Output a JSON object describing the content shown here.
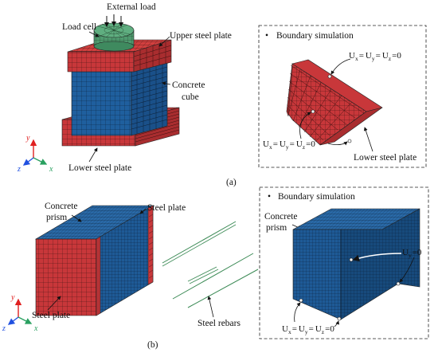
{
  "panel_a": {
    "caption": "(a)",
    "labels": {
      "external_load": "External load",
      "load_cell": "Load cell",
      "upper_steel_plate": "Upper steel plate",
      "concrete": "Concrete",
      "cube": "cube",
      "lower_steel_plate": "Lower steel plate"
    },
    "boundary_box": {
      "title": "Boundary simulation",
      "bullet": "•",
      "eq_top": {
        "u": "U",
        "eq": "=",
        "zero": "=0",
        "subs": [
          "x",
          "y",
          "z"
        ]
      },
      "eq_left": {
        "u": "U",
        "eq": "=",
        "zero": "=0",
        "subs": [
          "x",
          "y",
          "z"
        ]
      },
      "lower_steel_plate": "Lower steel plate"
    },
    "axes": {
      "y": "y",
      "z": "z",
      "x": "x"
    }
  },
  "panel_b": {
    "caption": "(b)",
    "labels": {
      "concrete": "Concrete",
      "prism": "prism",
      "steel_plate_top": "Steel plate",
      "steel_plate_bottom": "Steel plate",
      "steel_rebars": "Steel rebars"
    },
    "boundary_box": {
      "title": "Boundary simulation",
      "bullet": "•",
      "concrete": "Concrete",
      "prism": "prism",
      "eq_uy": {
        "u": "U",
        "sub": "y",
        "zero": "=0"
      },
      "eq_bottom": {
        "u": "U",
        "eq": "=",
        "zero": "=0",
        "subs": [
          "x",
          "y",
          "z"
        ]
      }
    },
    "axes": {
      "y": "y",
      "z": "z",
      "x": "x"
    }
  },
  "colors": {
    "steel": "#c8373a",
    "steel_dark": "#9b2a2c",
    "concrete": "#1f5f9e",
    "concrete_dark": "#174a7c",
    "load_cell": "#4f9a6f",
    "mesh_line": "#1a1a1a",
    "rebar": "#3b8a55",
    "axis_y": "#e02020",
    "axis_z": "#2050e0",
    "axis_x": "#2aa060"
  }
}
